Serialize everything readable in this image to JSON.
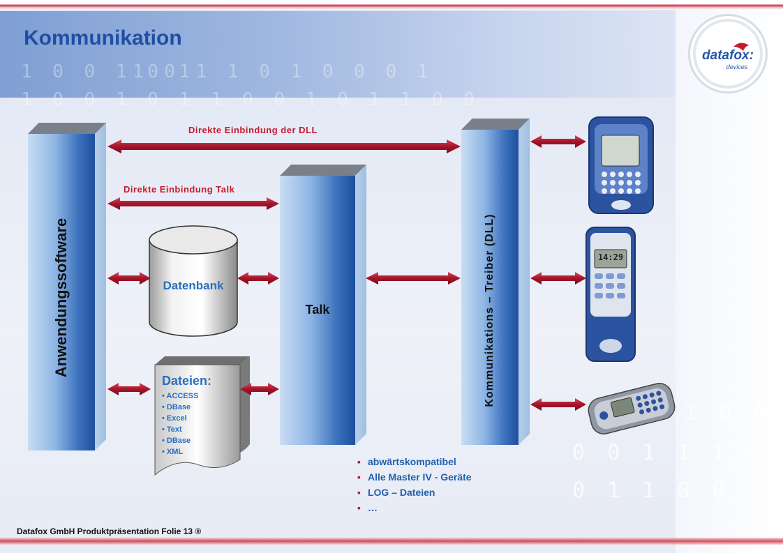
{
  "title": "Kommunikation",
  "logo": {
    "brand": "datafox:",
    "sub": "devices"
  },
  "columns": {
    "app": "Anwendungssoftware",
    "talk": "Talk",
    "driver": "Kommunikations – Treiber (DLL)"
  },
  "database_label": "Datenbank",
  "files": {
    "title": "Dateien:",
    "items": [
      "• ACCESS",
      "• DBase",
      "• Excel",
      "• Text",
      "• DBase",
      "• XML"
    ]
  },
  "arrows": {
    "dll": "Direkte  Einbindung  der  DLL",
    "talk": "Direkte  Einbindung  Talk"
  },
  "bullets": [
    "abwärtskompatibel",
    "Alle Master IV - Geräte",
    "LOG – Dateien",
    "…"
  ],
  "devices": {
    "clock": "14:29"
  },
  "footer": "Datafox  GmbH   Produktpräsentation   Folie 13 ®",
  "background_digits": [
    "1 0 0 1 0 1",
    "1 0 1 1 0 1 0 0 0 1",
    "1 0 0 1 0 1 1 0 0 1 0 1 1 0 0",
    "1 0 0 0 1 1",
    "0 0 1 1 1 0 0 1 0 1 0 1 1 1 0 1 0",
    "0 1 1 0 0 1 0 1 1 0 1 0 0 0 1 1"
  ],
  "colors": {
    "accent_red": "#c51b2d",
    "title_blue": "#1f4fa3",
    "label_blue": "#2a6fbf"
  }
}
